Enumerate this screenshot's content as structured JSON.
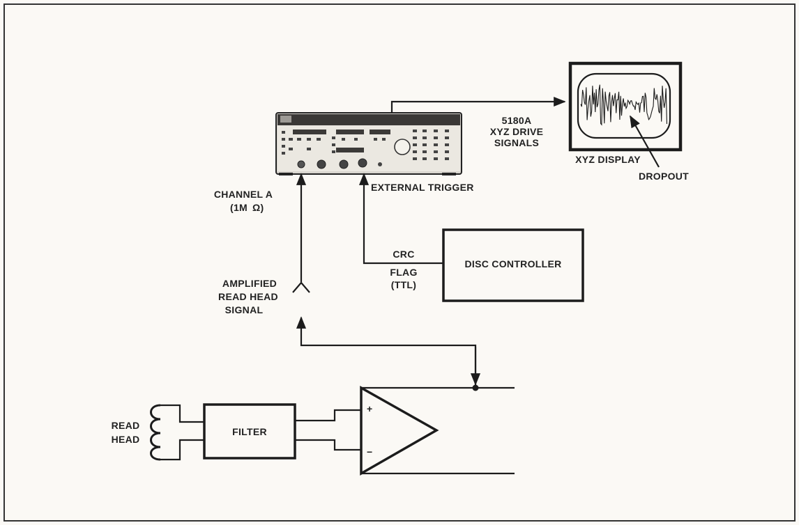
{
  "labels": {
    "drive_signals": [
      "5180A",
      "XYZ DRIVE",
      "SIGNALS"
    ],
    "xyz_display": "XYZ DISPLAY",
    "dropout": "DROPOUT",
    "channel_a": "CHANNEL A",
    "channel_a_impedance_value": "(1M",
    "channel_a_impedance_unit": "Ω)",
    "external_trigger": "EXTERNAL TRIGGER",
    "crc": "CRC",
    "flag": "FLAG",
    "ttl": "(TTL)",
    "disc_controller": "DISC CONTROLLER",
    "amplified_signal": [
      "AMPLIFIED",
      "READ HEAD",
      "SIGNAL"
    ],
    "read_head": [
      "READ",
      "HEAD"
    ],
    "filter": "FILTER",
    "plus": "+",
    "minus": "−"
  }
}
